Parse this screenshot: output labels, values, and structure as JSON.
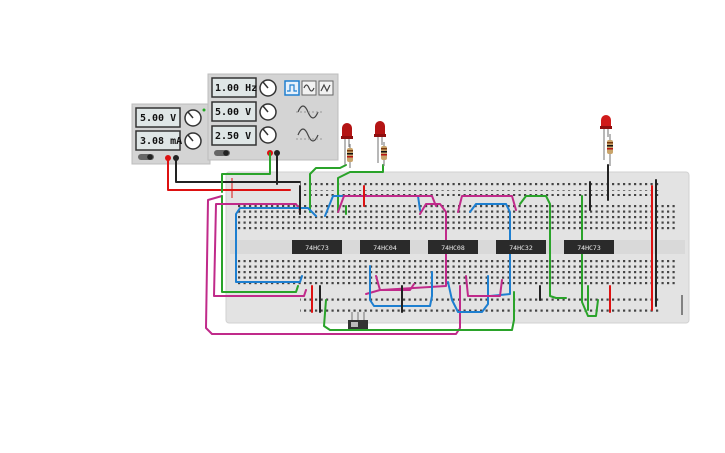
{
  "power_supply": {
    "voltage": "5.00 V",
    "current": "3.08 mA"
  },
  "function_generator": {
    "frequency": "1.00 Hz",
    "amplitude": "5.00 V",
    "offset": "2.50 V",
    "selected_waveform": "square"
  },
  "chips": [
    "74HC73",
    "74HC04",
    "74HC08",
    "74HC32",
    "74HC73"
  ],
  "leds": {
    "count": 3,
    "color": "#b41414"
  },
  "colors": {
    "wire_red": "#d11",
    "wire_black": "#222",
    "wire_green": "#2aa32a",
    "wire_blue": "#1e7fd0",
    "wire_magenta": "#c02a8a",
    "breadboard": "#e3e3e3"
  }
}
